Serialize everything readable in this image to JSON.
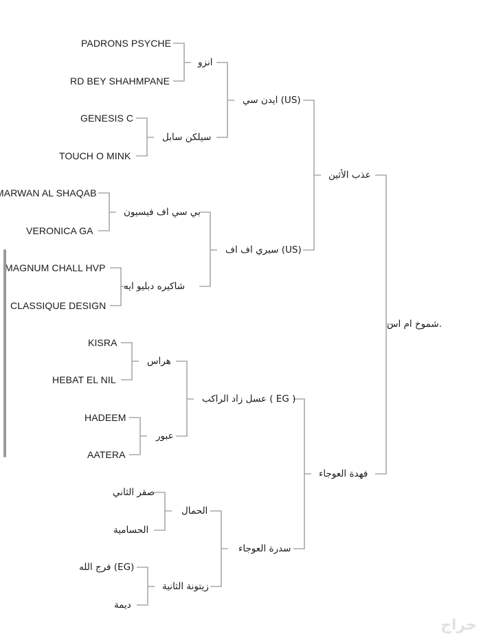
{
  "pedigree": {
    "root": "شموخ ام اس.",
    "sire": "عذب الأثين",
    "sire_sire": "ايدن سي (US)",
    "sire_sire_sire": "انزو",
    "sire_sire_sire_sire": "PADRONS PSYCHE",
    "sire_sire_sire_dam": "RD BEY SHAHMPANE",
    "sire_sire_dam": "سيلكن سابل",
    "sire_sire_dam_sire": "GENESIS C",
    "sire_sire_dam_dam": "TOUCH O MINK",
    "sire_dam": "سيري اف اف (US)",
    "sire_dam_sire": "بي سي اف فيسيون",
    "sire_dam_sire_sire": "MARWAN AL SHAQAB",
    "sire_dam_sire_dam": "VERONICA GA",
    "sire_dam_dam": "شاكيره دبليو ايه",
    "sire_dam_dam_sire": "MAGNUM CHALL HVP",
    "sire_dam_dam_dam": "CLASSIQUE DESIGN",
    "dam": "فهدة العوجاء",
    "dam_sire": "عسل زاد الراكب ( EG )",
    "dam_sire_sire": "هراس",
    "dam_sire_sire_sire": "KISRA",
    "dam_sire_sire_dam": "HEBAT EL NIL",
    "dam_sire_dam": "عبور",
    "dam_sire_dam_sire": "HADEEM",
    "dam_sire_dam_dam": "AATERA",
    "dam_dam": "سدرة العوجاء",
    "dam_dam_sire": "الحمال",
    "dam_dam_sire_sire": "صقر الثاني",
    "dam_dam_sire_dam": "الحسامية",
    "dam_dam_dam": "زيتونة الثانية",
    "dam_dam_dam_sire": "فرج الله (EG)",
    "dam_dam_dam_dam": "ديمة"
  },
  "watermark": "حراج",
  "colors": {
    "line": "#a8a8a8",
    "text": "#1a1a1a",
    "scrollbar": "#9a9a9a"
  }
}
